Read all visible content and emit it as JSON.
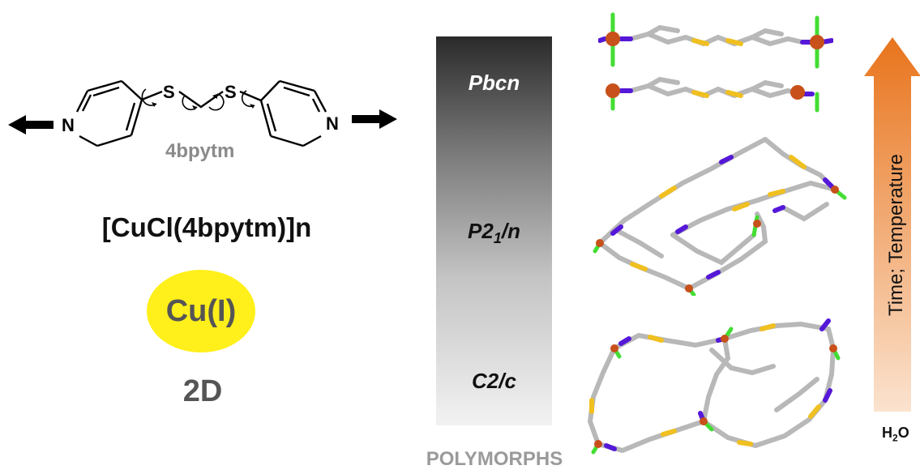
{
  "ligand": {
    "name": "4bpytm",
    "atom_nitrogen": "N",
    "atom_sulfur": "S"
  },
  "complex": {
    "formula": "[CuCl(4bpytm)]n",
    "oxidation_state": "Cu(I)",
    "dimensionality": "2D"
  },
  "polymorph_scale": {
    "phases": [
      {
        "label": "Pbcn"
      },
      {
        "label": "P2"
      },
      {
        "label_sub": "1"
      },
      {
        "label_tail": "/n"
      },
      {
        "label": "C2/c"
      }
    ],
    "phase_pbcn": "Pbcn",
    "phase_p21n_main": "P2",
    "phase_p21n_sub": "1",
    "phase_p21n_tail": "/n",
    "phase_c2c": "C2/c",
    "footer": "POLYMORPHS"
  },
  "trend_arrow": {
    "label": "Time; Temperature",
    "base_label_main": "H",
    "base_label_sub": "2",
    "base_label_tail": "O",
    "color_top": "#e8741c",
    "color_bottom": "#fbe3cf"
  },
  "atom_colors": {
    "carbon": "#b8b8b8",
    "sulfur": "#f0c020",
    "nitrogen": "#5518d8",
    "copper": "#c8501a",
    "chlorine": "#44dd33"
  },
  "icons": {
    "left_arrow": "left-arrow-icon",
    "right_arrow": "right-arrow-icon",
    "rotation": "rotation-arrow-icon"
  }
}
